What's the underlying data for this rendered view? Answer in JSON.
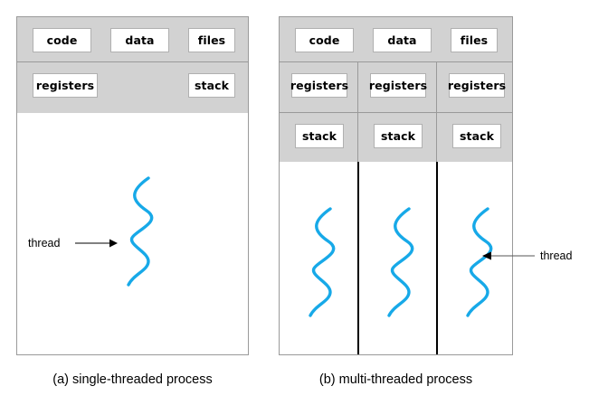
{
  "figure": {
    "title_alt": "Single-threaded vs multi-threaded process",
    "thread_color": "#17a9e8",
    "panel_border_color": "#9a9a9a",
    "memory_region_color": "#d2d2d2",
    "cell_border_color": "#b0b0b0"
  },
  "panels": [
    {
      "id": "single",
      "caption": "(a) single-threaded process",
      "rows": [
        {
          "cells": [
            "code",
            "data",
            "files"
          ]
        },
        {
          "cells": [
            "registers",
            "stack"
          ]
        }
      ],
      "threads": 1,
      "annotation": {
        "label": "thread",
        "arrow_direction": "right"
      }
    },
    {
      "id": "multi",
      "caption": "(b) multi-threaded process",
      "rows": [
        {
          "cells": [
            "code",
            "data",
            "files"
          ]
        },
        {
          "cells": [
            "registers",
            "registers",
            "registers"
          ]
        },
        {
          "cells": [
            "stack",
            "stack",
            "stack"
          ]
        }
      ],
      "threads": 3,
      "annotation": {
        "label": "thread",
        "arrow_direction": "left"
      }
    }
  ],
  "cells": {
    "single": {
      "code": "code",
      "data": "data",
      "files": "files",
      "registers": "registers",
      "stack": "stack"
    },
    "multi": {
      "code": "code",
      "data": "data",
      "files": "files",
      "registers_1": "registers",
      "registers_2": "registers",
      "registers_3": "registers",
      "stack_1": "stack",
      "stack_2": "stack",
      "stack_3": "stack"
    }
  },
  "annotations": {
    "single_thread_label": "thread",
    "multi_thread_label": "thread"
  },
  "captions": {
    "single": "(a) single-threaded process",
    "multi": "(b) multi-threaded process"
  }
}
